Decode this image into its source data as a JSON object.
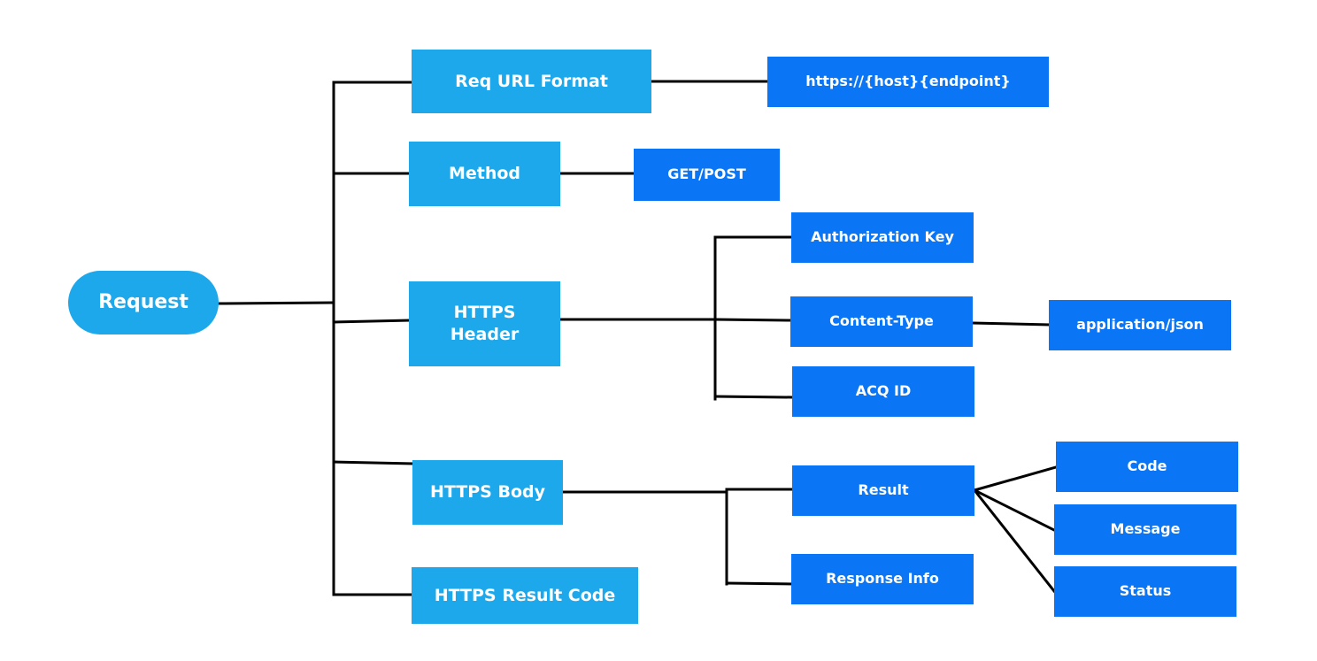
{
  "colors": {
    "root_fill": "#1da8ec",
    "level1_fill": "#1da8ec",
    "leaf_fill": "#0a76f5",
    "text": "#ffffff",
    "connector": "#000000"
  },
  "root": {
    "label": "Request"
  },
  "nodes": {
    "req_url_format": "Req URL Format",
    "url_value": "https://{host}{endpoint}",
    "method": "Method",
    "method_value": "GET/POST",
    "https_header": "HTTPS\nHeader",
    "authorization_key": "Authorization Key",
    "content_type": "Content-Type",
    "content_type_value": "application/json",
    "acq_id": "ACQ ID",
    "https_body": "HTTPS Body",
    "result": "Result",
    "code": "Code",
    "message": "Message",
    "status": "Status",
    "response_info": "Response Info",
    "https_result_code": "HTTPS Result Code"
  }
}
